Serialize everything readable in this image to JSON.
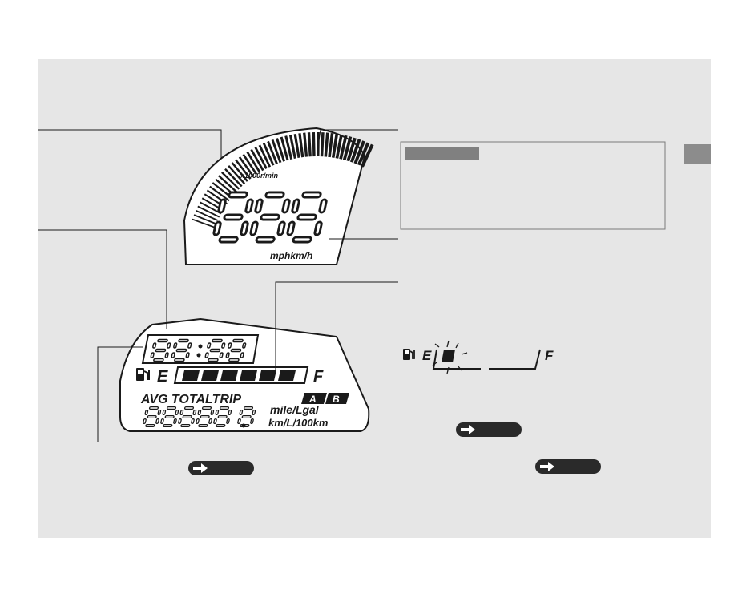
{
  "colors": {
    "panel_background": "#e6e6e6",
    "ink": "#1a1a1a",
    "header_bar": "#808080",
    "side_tab": "#8c8c8c",
    "arrow_button": "#2a2a2a"
  },
  "speedometer": {
    "rpm_unit": "x1000r/min",
    "speed_digits": "888",
    "speed_units": "mphkm/h"
  },
  "multi_display": {
    "clock_digits": "88:88",
    "fuel_empty_label": "E",
    "fuel_full_label": "F",
    "fuel_segment_count": 6,
    "modes_label": "AVG TOTALTRIP",
    "trip_a": "A",
    "trip_b": "B",
    "odometer_digits": "88888.8",
    "unit_line_1": "mile/Lgal",
    "unit_line_2": "km/L/100km"
  },
  "fuel_warning_example": {
    "empty_label": "E",
    "full_label": "F",
    "state": "blinking"
  },
  "arrow_buttons": [
    {
      "icon": "right-arrow-icon"
    },
    {
      "icon": "right-arrow-icon"
    },
    {
      "icon": "right-arrow-icon"
    }
  ]
}
